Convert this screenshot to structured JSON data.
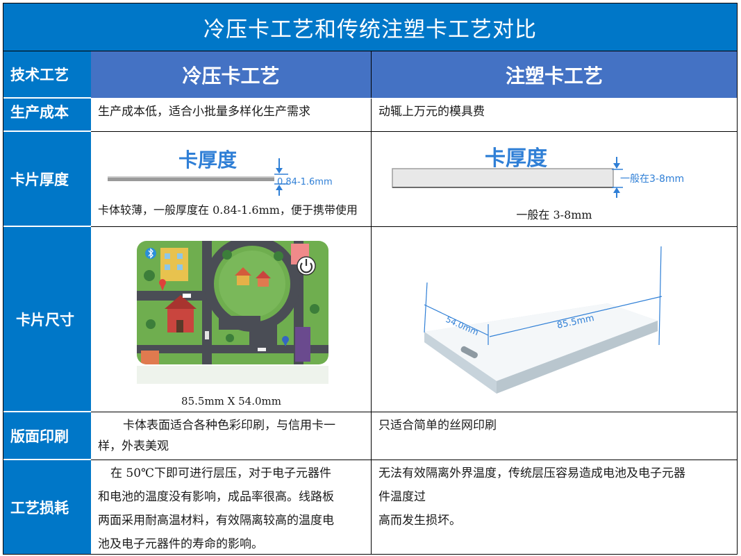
{
  "title": "冷压卡工艺和传统注塑卡工艺对比",
  "header": {
    "label": "技术工艺",
    "col1": "冷压卡工艺",
    "col2": "注塑卡工艺"
  },
  "rows": {
    "cost": {
      "label": "生产成本",
      "col1": "生产成本低，适合小批量多样化生产需求",
      "col2": "动辄上万元的模具费"
    },
    "thickness": {
      "label": "卡片厚度",
      "col1_diagram_title": "卡厚度",
      "col1_diagram_value": "0.84-1.6mm",
      "col1_caption": "卡体较薄，一般厚度在 0.84-1.6mm，便于携带使用",
      "col2_diagram_title": "卡厚度",
      "col2_diagram_value": "一般在3-8mm",
      "col2_caption": "一般在 3-8mm"
    },
    "size": {
      "label": "卡片尺寸",
      "col1_caption": "85.5mm X 54.0mm",
      "col2_dim_width": "54.0mm",
      "col2_dim_length": "85.5mm"
    },
    "print": {
      "label": "版面印刷",
      "col1_line1": "卡体表面适合各种色彩印刷，与信用卡一",
      "col1_line2": "样，外表美观",
      "col2": "只适合简单的丝网印刷"
    },
    "loss": {
      "label": "工艺损耗",
      "col1_line1": "在 50℃下即可进行层压，对于电子元器件",
      "col1_line2": "和电池的温度没有影响，成品率很高。线路板",
      "col1_line3": "两面采用耐高温材料，有效隔离较高的温度电",
      "col1_line4": "池及电子元器件的寿命的影响。",
      "col2_line1": "无法有效隔离外界温度，传统层压容易造成电池及电子元器",
      "col2_line2": "件温度过",
      "col2_line3": "高而发生损坏。"
    }
  },
  "colors": {
    "title_bg": "#0077c8",
    "header_bg": "#4472c4",
    "row_header_bg": "#0077c8",
    "dimension_blue": "#2f7fd6"
  }
}
